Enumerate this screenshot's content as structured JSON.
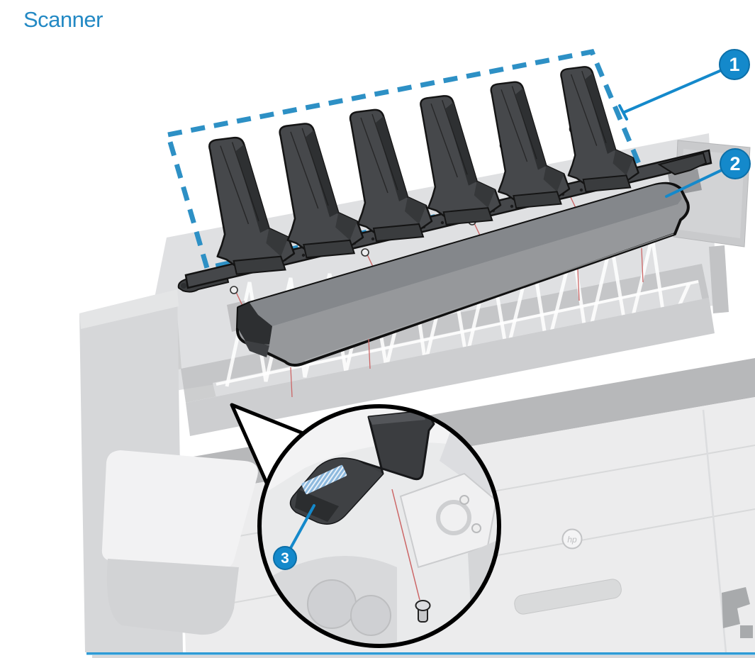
{
  "page": {
    "title": "Scanner"
  },
  "figure": {
    "callouts": [
      {
        "number": "1"
      },
      {
        "number": "2"
      },
      {
        "number": "3"
      }
    ],
    "logo_text": "hp"
  },
  "colors": {
    "heading_blue": "#2389c4",
    "accent_blue": "#1489cb",
    "dashed_border_blue": "#2d90c5",
    "leader_red": "#cc6666",
    "bottom_rule_blue": "#2e9bd6",
    "part_dark": "#46484b",
    "cover_gray": "#96989b"
  }
}
